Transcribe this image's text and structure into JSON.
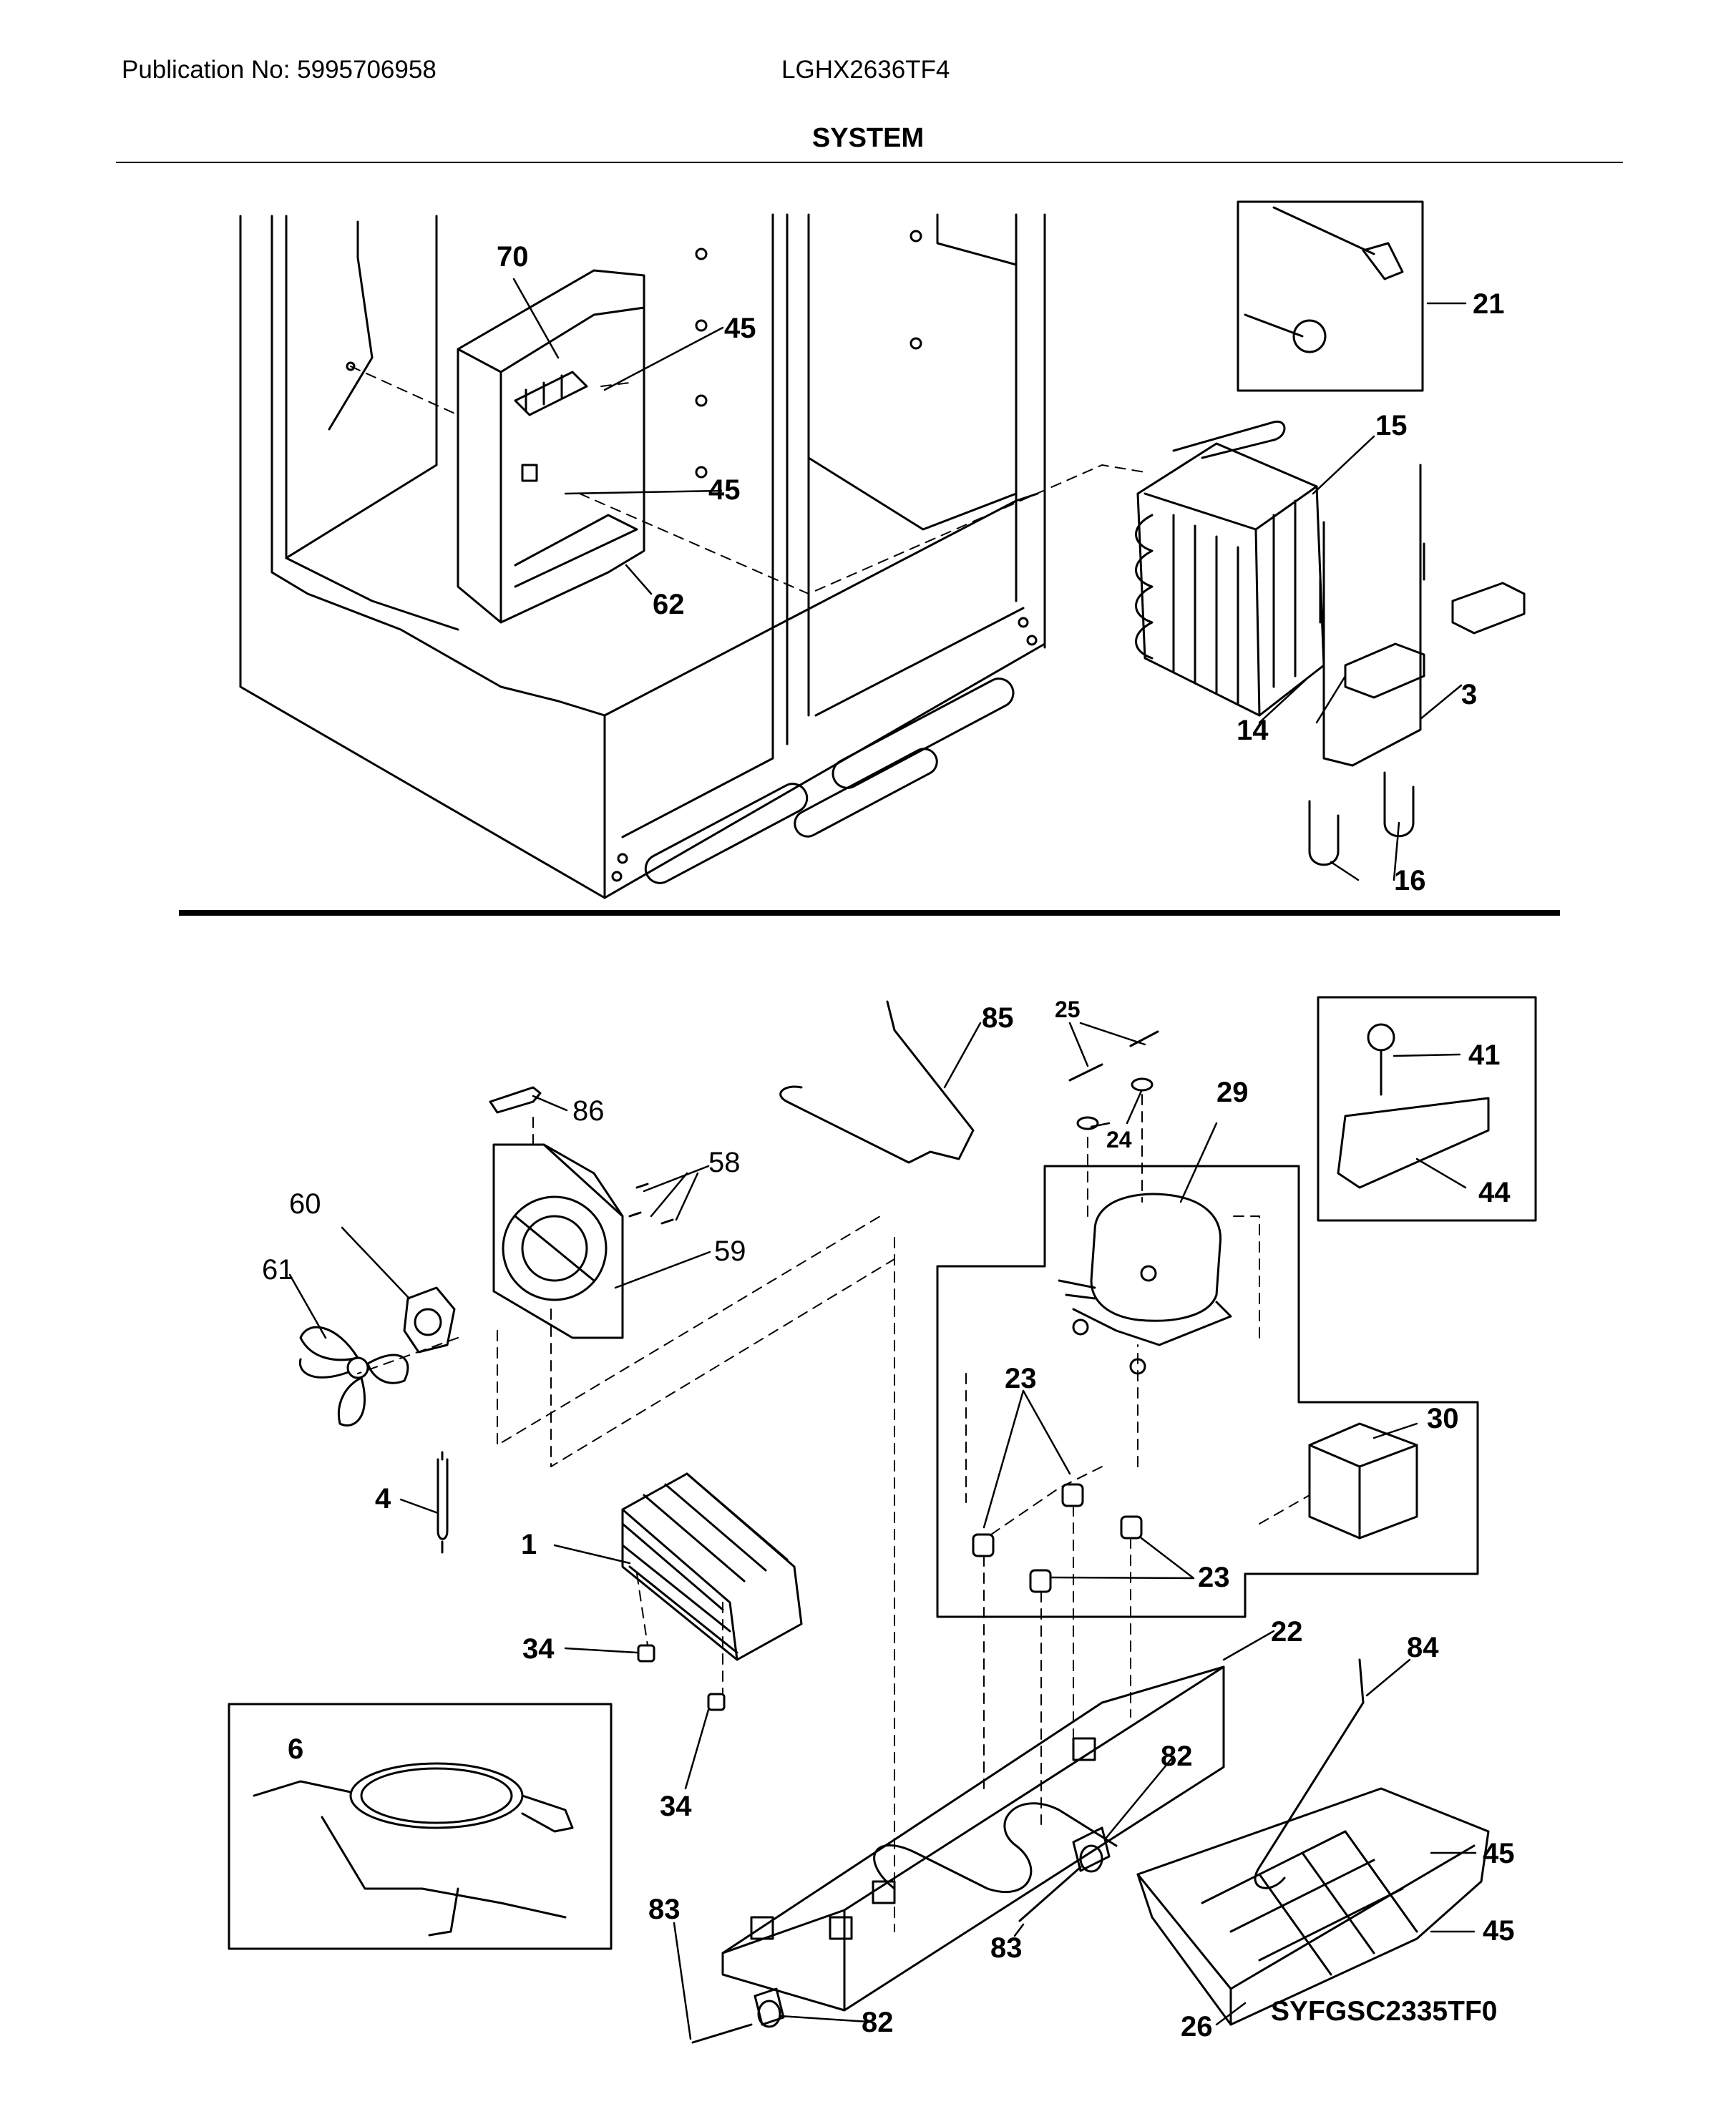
{
  "header": {
    "publication": "Publication No: 5995706958",
    "model": "LGHX2636TF4",
    "title": "SYSTEM"
  },
  "footer": {
    "code": "SYFGSC2335TF0"
  },
  "callouts": {
    "top": [
      "70",
      "45",
      "45",
      "62",
      "21",
      "15",
      "3",
      "14",
      "16"
    ],
    "bottom": [
      "85",
      "25",
      "24",
      "29",
      "41",
      "44",
      "86",
      "58",
      "59",
      "60",
      "61",
      "23",
      "30",
      "23",
      "4",
      "1",
      "34",
      "22",
      "84",
      "34",
      "6",
      "82",
      "45",
      "83",
      "83",
      "82",
      "26",
      "45"
    ]
  }
}
